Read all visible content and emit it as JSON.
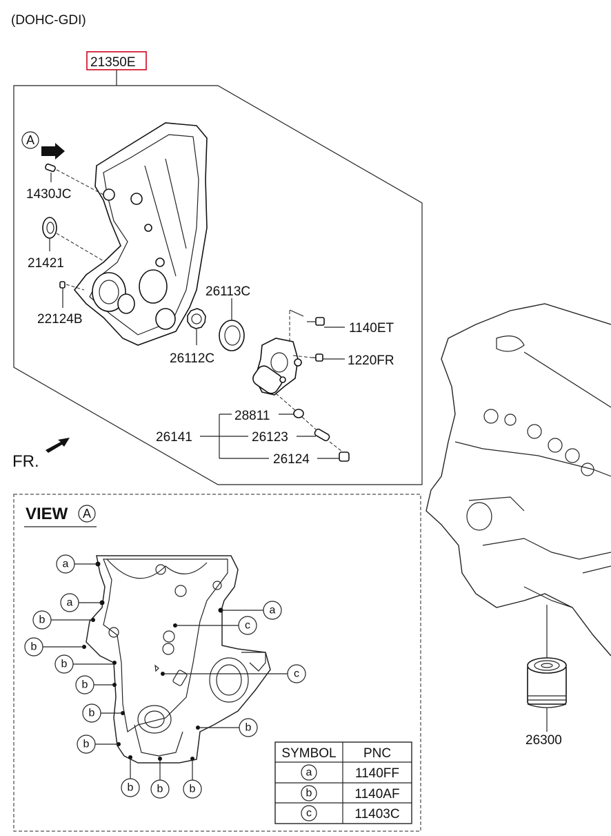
{
  "header": {
    "engine_label": "(DOHC-GDI)"
  },
  "assembly": {
    "pnc": "21350E",
    "highlight_color": "#d0021b"
  },
  "direction": {
    "view_marker": "A",
    "front_label": "FR."
  },
  "parts": {
    "p1430JC": "1430JC",
    "p21421": "21421",
    "p22124B": "22124B",
    "p26113C": "26113C",
    "p26112C": "26112C",
    "p1140ET": "1140ET",
    "p1220FR": "1220FR",
    "p28811": "28811",
    "p26141": "26141",
    "p26123": "26123",
    "p26124": "26124",
    "p26300": "26300"
  },
  "view": {
    "title": "VIEW",
    "marker": "A"
  },
  "bolt_symbols": {
    "a": "a",
    "b": "b",
    "c": "c"
  },
  "symbol_table": {
    "headers": [
      "SYMBOL",
      "PNC"
    ],
    "rows": [
      {
        "symbol": "a",
        "pnc": "1140FF"
      },
      {
        "symbol": "b",
        "pnc": "1140AF"
      },
      {
        "symbol": "c",
        "pnc": "11403C"
      }
    ]
  }
}
